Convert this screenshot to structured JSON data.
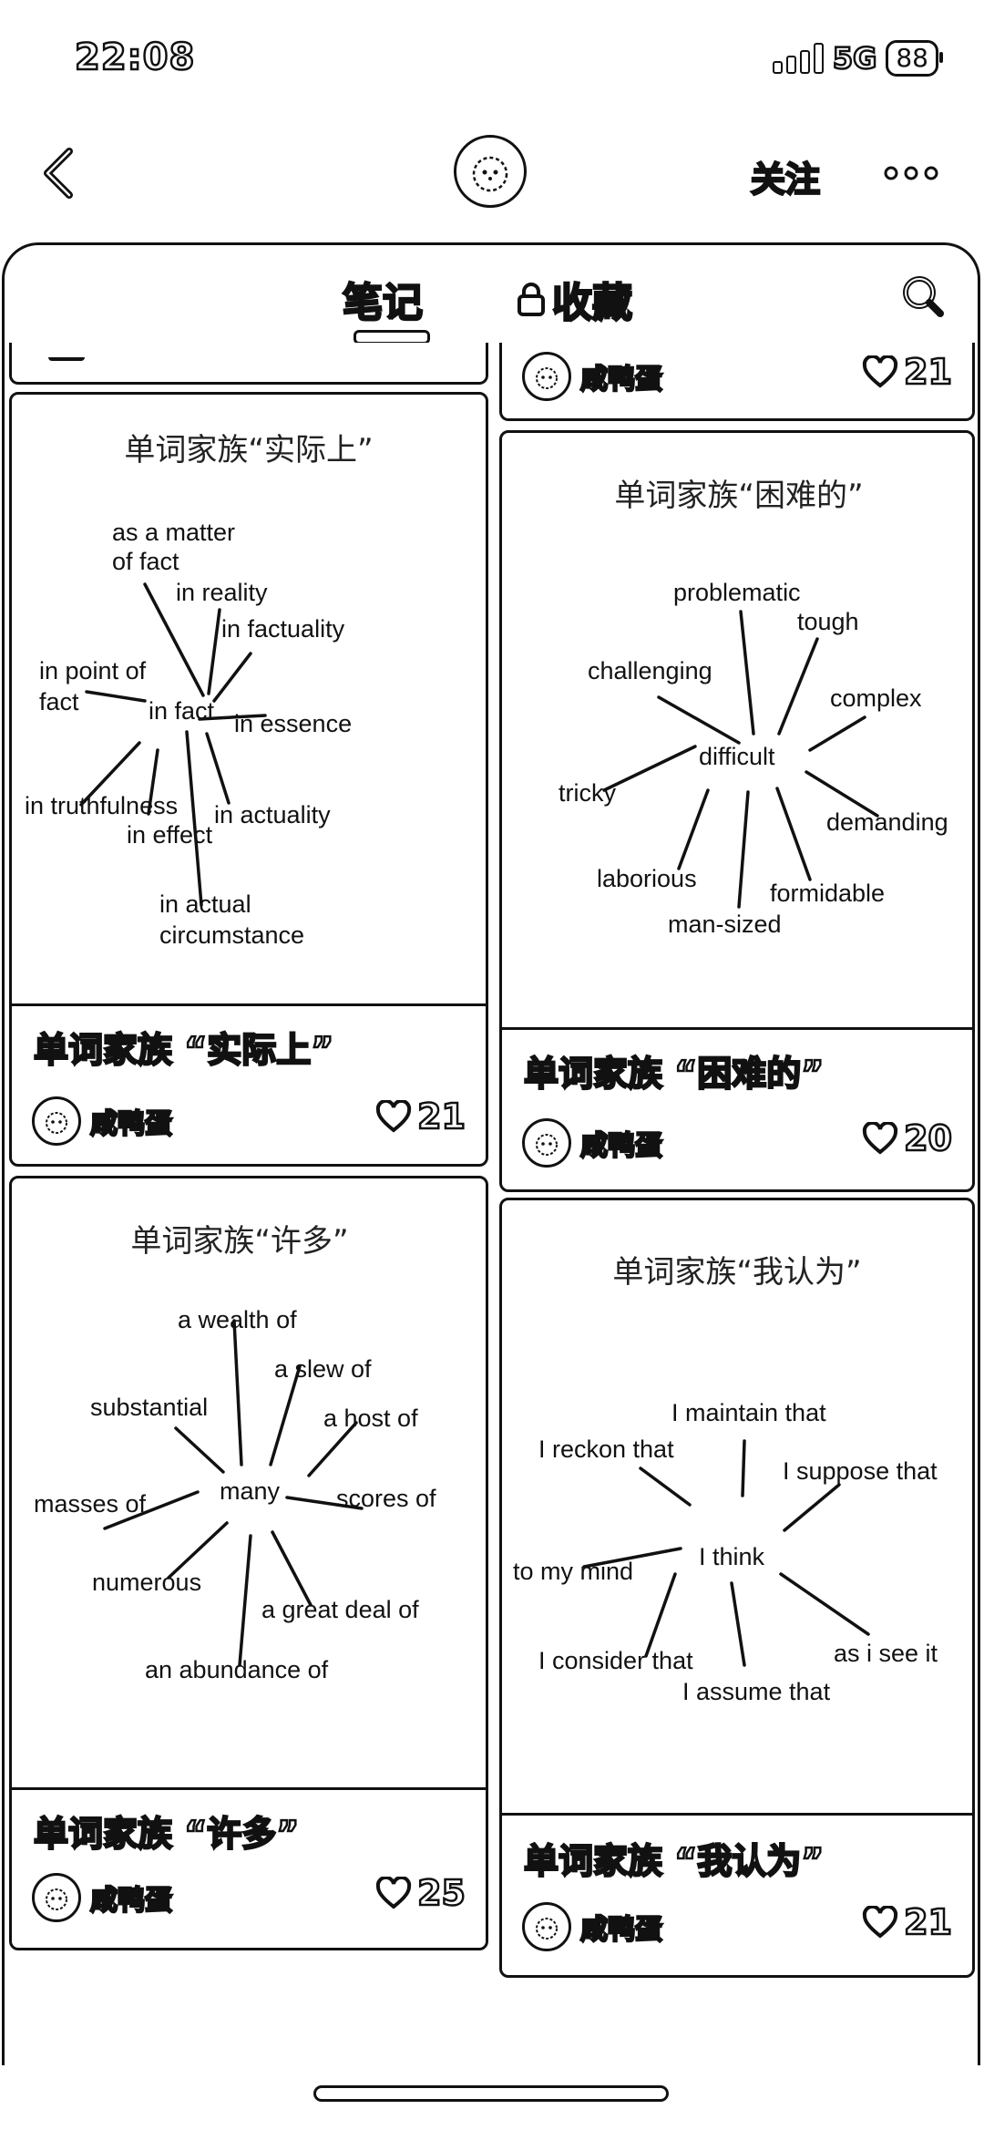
{
  "status": {
    "time": "22:08",
    "network": "5G",
    "battery": "88"
  },
  "header": {
    "follow_label": "关注"
  },
  "tabs": {
    "notes": "笔记",
    "favorites": "收藏"
  },
  "author": "咸鸭蛋",
  "top_right_partial": {
    "author": "咸鸭蛋",
    "likes": "21"
  },
  "cards": [
    {
      "image_title": "单词家族“实际上”",
      "center": "in fact",
      "words": [
        "as a matter",
        "of fact",
        "in reality",
        "in factuality",
        "in point of",
        "fact",
        "in essence",
        "in truthfulness",
        "in effect",
        "in actuality",
        "in actual",
        "circumstance"
      ],
      "title": "单词家族 “实际上”",
      "likes": "21"
    },
    {
      "image_title": "单词家族“困难的”",
      "center": "difficult",
      "words": [
        "problematic",
        "tough",
        "challenging",
        "complex",
        "tricky",
        "demanding",
        "laborious",
        "formidable",
        "man-sized"
      ],
      "title": "单词家族 “困难的”",
      "likes": "20"
    },
    {
      "image_title": "单词家族“许多”",
      "center": "many",
      "words": [
        "a wealth of",
        "a slew of",
        "substantial",
        "a host of",
        "masses of",
        "scores of",
        "numerous",
        "a great deal of",
        "an abundance of"
      ],
      "title": "单词家族 “许多”",
      "likes": "25"
    },
    {
      "image_title": "单词家族“我认为”",
      "center": "I think",
      "words": [
        "I maintain that",
        "I reckon that",
        "I suppose that",
        "to my mind",
        "as i see it",
        "I consider that",
        "I assume that"
      ],
      "title": "单词家族 “我认为”",
      "likes": "21"
    }
  ]
}
